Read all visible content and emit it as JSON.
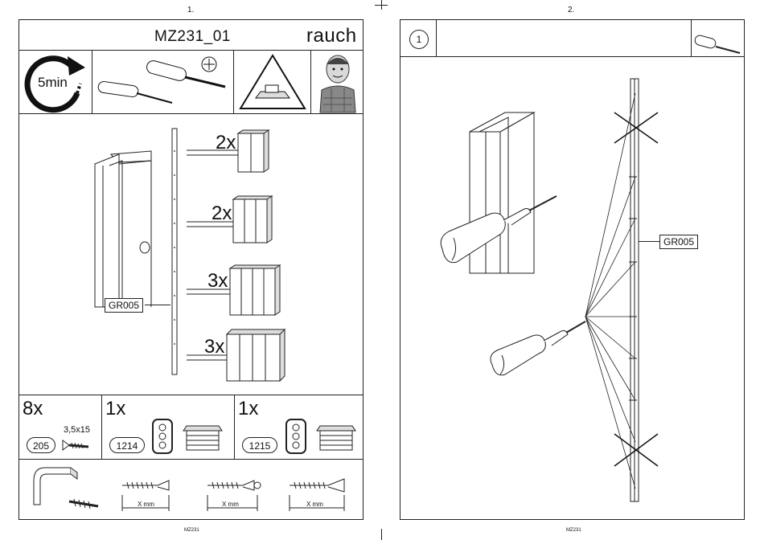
{
  "pages": {
    "left": {
      "number": "1.",
      "footer": "MZ231"
    },
    "right": {
      "number": "2.",
      "footer": "MZ231"
    }
  },
  "header": {
    "title": "MZ231_01",
    "brand": "rauch",
    "time": "5min"
  },
  "main": {
    "rail_label": "GR005",
    "plug_quantities": [
      "2x",
      "2x",
      "3x",
      "3x"
    ]
  },
  "parts": [
    {
      "qty": "8x",
      "code": "205",
      "size": "3,5x15"
    },
    {
      "qty": "1x",
      "code": "1214"
    },
    {
      "qty": "1x",
      "code": "1215"
    }
  ],
  "screws": {
    "length_label": "X mm"
  },
  "step": {
    "number": "1",
    "rail_label": "GR005"
  }
}
